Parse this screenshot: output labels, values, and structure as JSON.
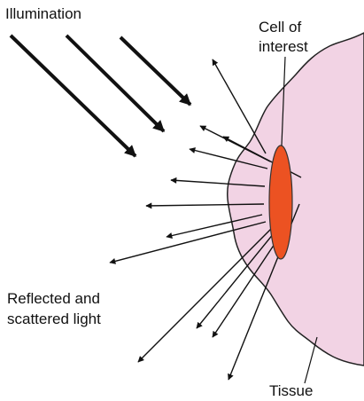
{
  "labels": {
    "illumination": "Illumination",
    "cell_line1": "Cell of",
    "cell_line2": "interest",
    "reflected_line1": "Reflected and",
    "reflected_line2": "scattered light",
    "tissue": "Tissue"
  },
  "colors": {
    "tissue_fill": "#f2d3e4",
    "tissue_stroke": "#222222",
    "cell_fill": "#ec5222",
    "cell_stroke": "#333333",
    "arrow": "#111111"
  }
}
